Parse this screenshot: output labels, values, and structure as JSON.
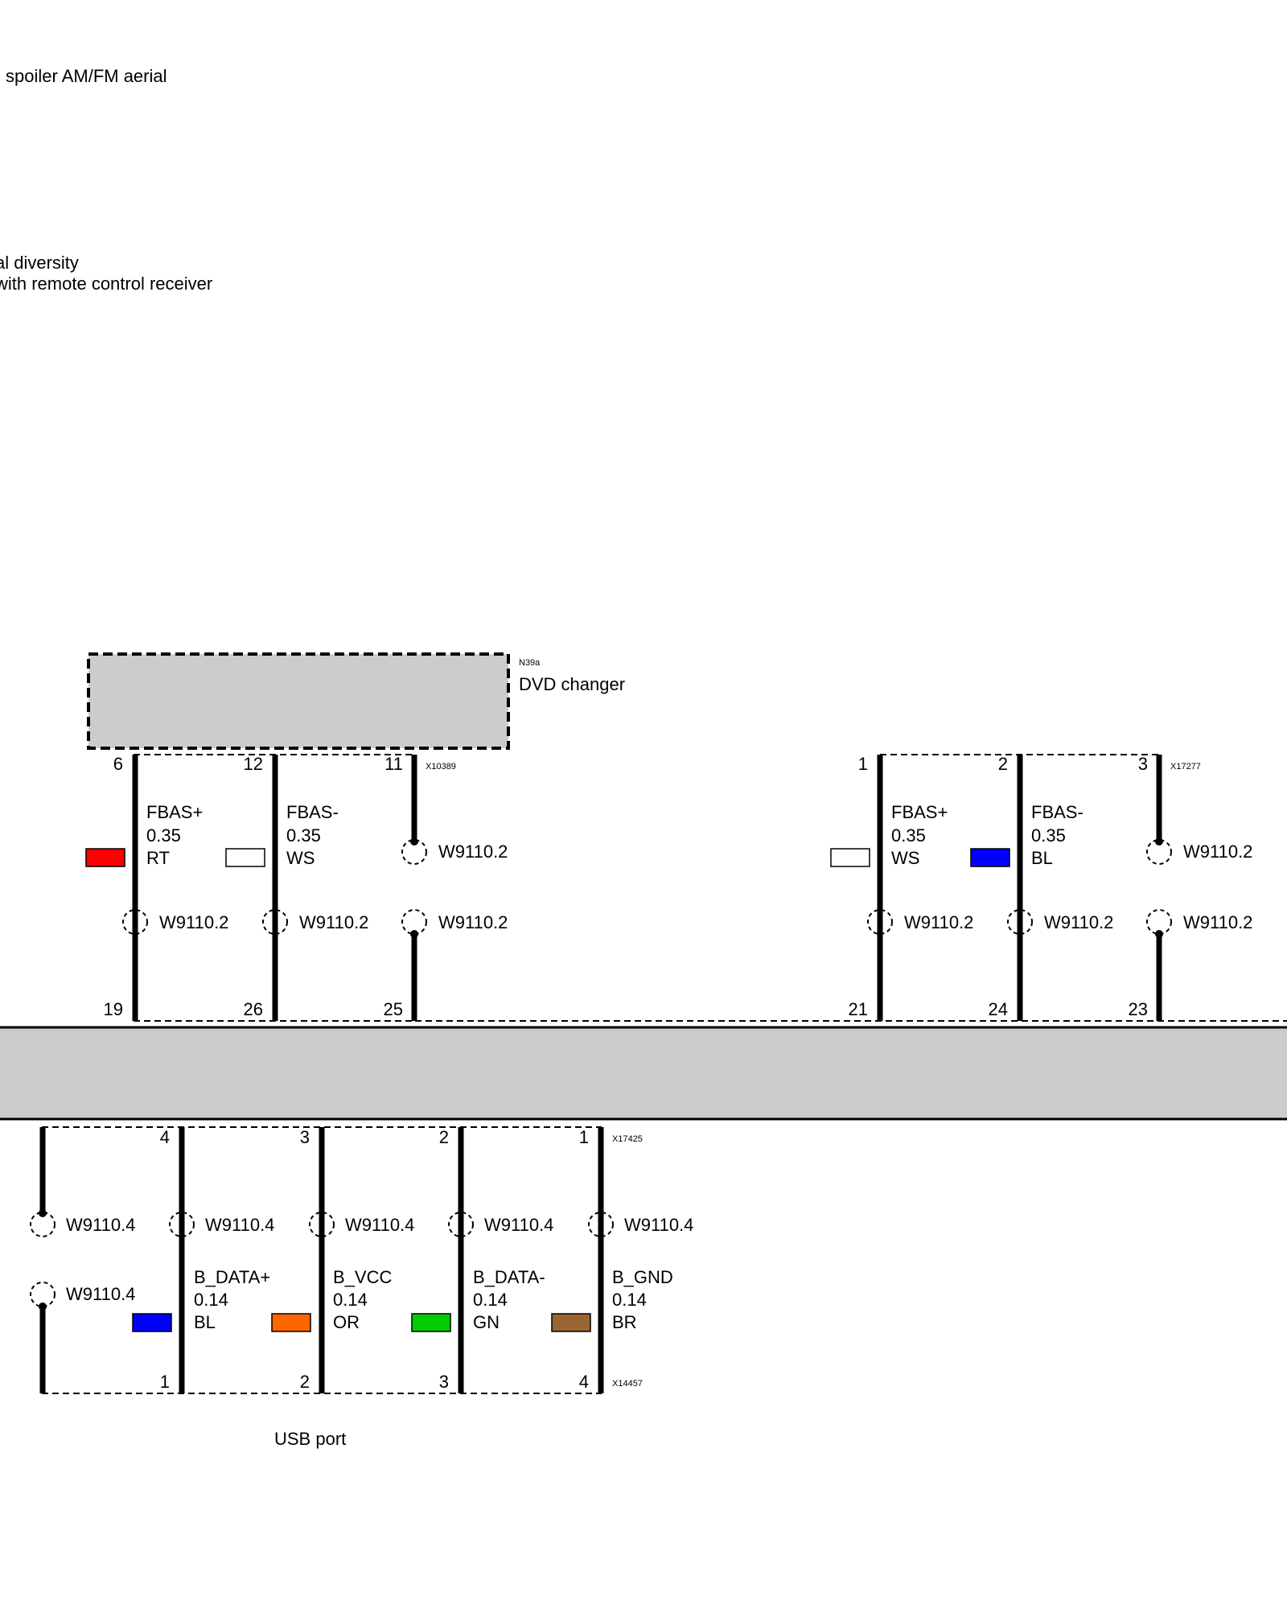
{
  "header": {
    "aerial_label": "spoiler AM/FM aerial",
    "diversity_label_1": "al diversity",
    "diversity_label_2": "with remote control receiver"
  },
  "dvd": {
    "code": "N39a",
    "name": "DVD changer",
    "connector": "X10389",
    "pins_top": [
      "6",
      "12",
      "11"
    ],
    "pins_bottom": [
      "19",
      "26",
      "25"
    ]
  },
  "video_conn": {
    "connector": "X17277",
    "pins_top": [
      "1",
      "2",
      "3"
    ],
    "pins_bottom": [
      "21",
      "24",
      "23"
    ]
  },
  "wires_top": [
    {
      "signal": "FBAS+",
      "size": "0.35",
      "color_code": "RT",
      "color": "#ff0000",
      "shield": "W9110.2"
    },
    {
      "signal": "FBAS-",
      "size": "0.35",
      "color_code": "WS",
      "color": "#ffffff",
      "shield": "W9110.2"
    },
    {
      "shield": "W9110.2",
      "shield_upper": "W9110.2"
    },
    {
      "signal": "FBAS+",
      "size": "0.35",
      "color_code": "WS",
      "color": "#ffffff",
      "shield": "W9110.2"
    },
    {
      "signal": "FBAS-",
      "size": "0.35",
      "color_code": "BL",
      "color": "#0000ff",
      "shield": "W9110.2"
    },
    {
      "shield": "W9110.2",
      "shield_upper": "W9110.2"
    }
  ],
  "usb": {
    "name": "USB port",
    "connector_top": "X17425",
    "connector_bottom": "X14457",
    "pins_top": [
      "4",
      "3",
      "2",
      "1"
    ],
    "pins_bottom": [
      "1",
      "2",
      "3",
      "4"
    ],
    "drain_shield_upper": "W9110.4",
    "drain_shield_lower": "W9110.4",
    "wires": [
      {
        "signal": "B_DATA+",
        "size": "0.14",
        "color_code": "BL",
        "color": "#0000ff",
        "shield": "W9110.4"
      },
      {
        "signal": "B_VCC",
        "size": "0.14",
        "color_code": "OR",
        "color": "#ff6600",
        "shield": "W9110.4"
      },
      {
        "signal": "B_DATA-",
        "size": "0.14",
        "color_code": "GN",
        "color": "#00cc00",
        "shield": "W9110.4"
      },
      {
        "signal": "B_GND",
        "size": "0.14",
        "color_code": "BR",
        "color": "#996633",
        "shield": "W9110.4"
      }
    ]
  }
}
